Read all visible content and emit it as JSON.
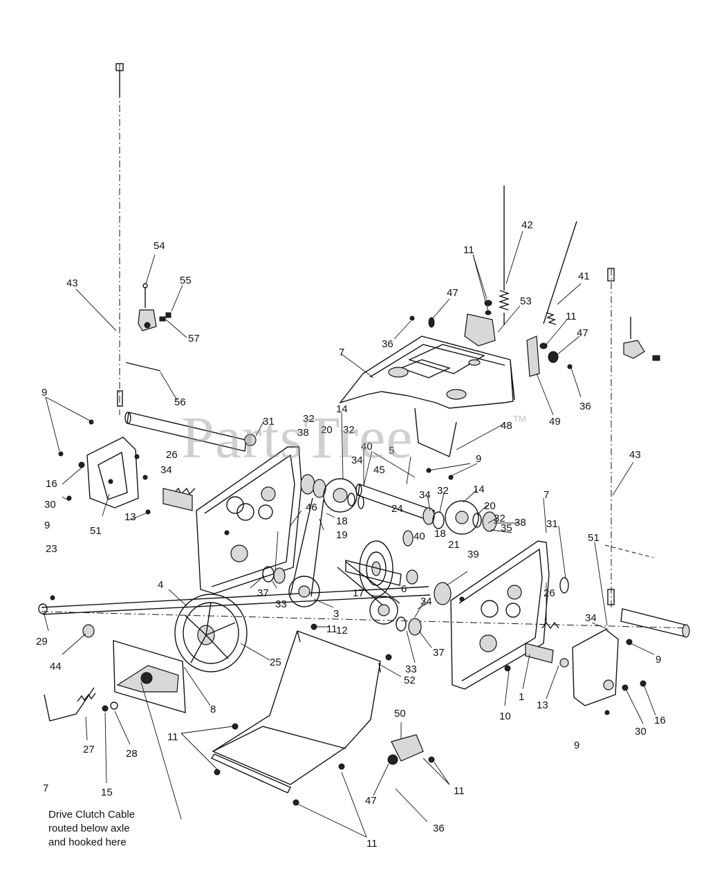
{
  "watermark": {
    "text": "PartsTree",
    "mark": "TM"
  },
  "note": {
    "line1": "Drive Clutch Cable",
    "line2": "routed below axle",
    "line3": "and hooked here"
  },
  "callouts": [
    "54",
    "43",
    "55",
    "57",
    "56",
    "9",
    "16",
    "30",
    "9",
    "51",
    "26",
    "34",
    "13",
    "23",
    "31",
    "32",
    "38",
    "20",
    "14",
    "32",
    "34",
    "40",
    "45",
    "46",
    "18",
    "19",
    "24",
    "5",
    "48",
    "9",
    "34",
    "32",
    "14",
    "20",
    "32",
    "35",
    "38",
    "40",
    "18",
    "21",
    "39",
    "6",
    "17",
    "3",
    "34",
    "37",
    "33",
    "4",
    "29",
    "44",
    "25",
    "8",
    "27",
    "28",
    "15",
    "7",
    "11",
    "11",
    "52",
    "37",
    "33",
    "50",
    "11",
    "47",
    "36",
    "11",
    "7",
    "1",
    "10",
    "13",
    "31",
    "51",
    "26",
    "34",
    "9",
    "16",
    "30",
    "9",
    "43",
    "42",
    "41",
    "11",
    "47",
    "53",
    "36",
    "7",
    "11",
    "47",
    "36",
    "49",
    "12"
  ]
}
